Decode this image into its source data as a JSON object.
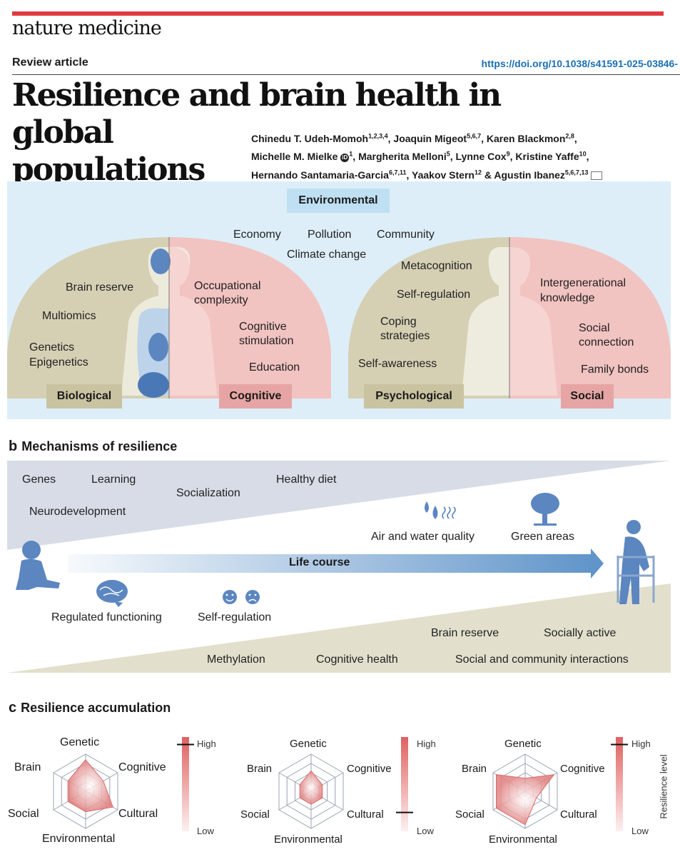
{
  "header": {
    "journal": "nature medicine",
    "article_type": "Review article",
    "doi": "https://doi.org/10.1038/s41591-025-03846-",
    "title_line1": "Resilience and brain health in global",
    "title_line2": "populations"
  },
  "authors": [
    {
      "name": "Chinedu T. Udeh-Momoh",
      "sup": "1,2,3,4",
      "sep": ", "
    },
    {
      "name": "Joaquin Migeot",
      "sup": "5,6,7",
      "sep": ", "
    },
    {
      "name": "Karen Blackmon",
      "sup": "2,8",
      "sep": ","
    },
    {
      "name": "Michelle M. Mielke",
      "sup": "1",
      "sep": ", ",
      "orcid": true
    },
    {
      "name": "Margherita Melloni",
      "sup": "5",
      "sep": ", "
    },
    {
      "name": "Lynne Cox",
      "sup": "9",
      "sep": ", "
    },
    {
      "name": "Kristine Yaffe",
      "sup": "10",
      "sep": ","
    },
    {
      "name": "Hernando Santamaria-Garcia",
      "sup": "6,7,11",
      "sep": ", "
    },
    {
      "name": "Yaakov Stern",
      "sup": "12",
      "sep": " & "
    },
    {
      "name": "Agustin Ibanez",
      "sup": "5,6,7,13",
      "sep": ""
    }
  ],
  "panel_a": {
    "environmental": "Environmental",
    "env_factors": [
      "Economy",
      "Pollution",
      "Community",
      "Climate change"
    ],
    "biological": {
      "label": "Biological",
      "items": [
        "Brain reserve",
        "Multiomics",
        "Genetics",
        "Epigenetics"
      ]
    },
    "cognitive": {
      "label": "Cognitive",
      "items": [
        "Occupational",
        "complexity",
        "Cognitive",
        "stimulation",
        "Education"
      ]
    },
    "psychological": {
      "label": "Psychological",
      "items": [
        "Metacognition",
        "Self-regulation",
        "Coping",
        "strategies",
        "Self-awareness"
      ]
    },
    "social": {
      "label": "Social",
      "items": [
        "Intergenerational",
        "knowledge",
        "Social",
        "connection",
        "Family bonds"
      ]
    }
  },
  "panel_b": {
    "letter": "b",
    "title": "Mechanisms of resilience",
    "top_items": [
      "Genes",
      "Learning",
      "Socialization",
      "Healthy diet",
      "Neurodevelopment"
    ],
    "env_items": [
      "Air and water quality",
      "Green areas"
    ],
    "life_course": "Life course",
    "mid_items": [
      "Regulated functioning",
      "Self-regulation"
    ],
    "bottom_items": [
      "Brain reserve",
      "Socially active",
      "Methylation",
      "Cognitive health",
      "Social and community interactions"
    ]
  },
  "panel_c": {
    "letter": "c",
    "title": "Resilience accumulation",
    "axes": [
      "Genetic",
      "Cognitive",
      "Cultural",
      "Environmental",
      "Social",
      "Brain"
    ],
    "gauge_high": "High",
    "gauge_low": "Low",
    "gauge_axis": "Resilience level",
    "profiles": [
      {
        "values": [
          0.85,
          0.55,
          0.85,
          0.55,
          0.55,
          0.55
        ],
        "level": 0.92
      },
      {
        "values": [
          0.55,
          0.35,
          0.35,
          0.35,
          0.35,
          0.35
        ],
        "level": 0.2
      },
      {
        "values": [
          0.35,
          0.9,
          0.35,
          0.9,
          0.9,
          0.9
        ],
        "level": 0.92
      }
    ]
  },
  "colors": {
    "accent": "#e03a3e",
    "env_panel": "#ddeef8",
    "bio": "#d5d0b4",
    "cog": "#f1c3c1",
    "life_arrow": "#5e93c9",
    "human_blue": "#5c86c0"
  }
}
